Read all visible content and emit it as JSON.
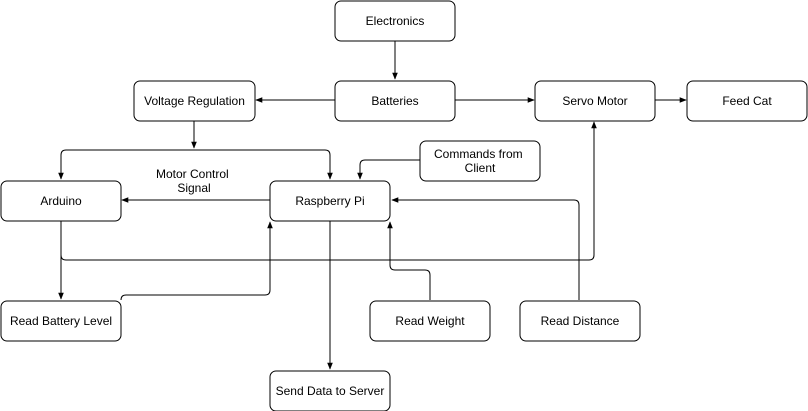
{
  "nodes": {
    "electronics": "Electronics",
    "batteries": "Batteries",
    "voltage_regulation": "Voltage Regulation",
    "servo_motor": "Servo Motor",
    "feed_cat": "Feed Cat",
    "commands_from_client": [
      "Commands from",
      "Client"
    ],
    "arduino": "Arduino",
    "raspberry_pi": "Raspberry Pi",
    "read_battery_level": "Read Battery Level",
    "read_weight": "Read Weight",
    "read_distance": "Read Distance",
    "send_data_to_server": "Send Data to Server"
  },
  "edge_labels": {
    "motor_control_signal": [
      "Motor Control",
      "Signal"
    ]
  },
  "edges": [
    {
      "from": "electronics",
      "to": "batteries"
    },
    {
      "from": "batteries",
      "to": "voltage_regulation"
    },
    {
      "from": "batteries",
      "to": "servo_motor"
    },
    {
      "from": "servo_motor",
      "to": "feed_cat"
    },
    {
      "from": "voltage_regulation",
      "to": "arduino"
    },
    {
      "from": "voltage_regulation",
      "to": "raspberry_pi"
    },
    {
      "from": "commands_from_client",
      "to": "raspberry_pi"
    },
    {
      "from": "raspberry_pi",
      "to": "arduino",
      "label": "motor_control_signal"
    },
    {
      "from": "arduino",
      "to": "servo_motor"
    },
    {
      "from": "arduino",
      "to": "read_battery_level"
    },
    {
      "from": "read_battery_level",
      "to": "raspberry_pi"
    },
    {
      "from": "read_weight",
      "to": "raspberry_pi"
    },
    {
      "from": "read_distance",
      "to": "raspberry_pi"
    },
    {
      "from": "raspberry_pi",
      "to": "send_data_to_server"
    }
  ]
}
